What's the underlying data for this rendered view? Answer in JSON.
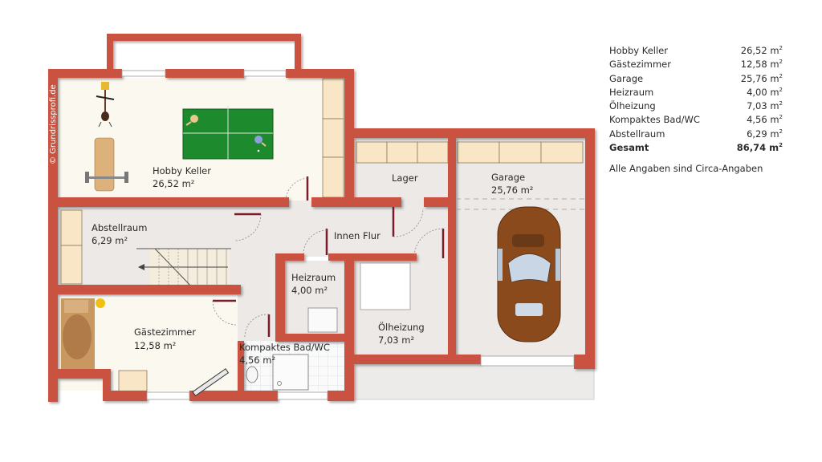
{
  "watermark": "© Grundrissprofi.de",
  "rooms": {
    "hobby": {
      "name": "Hobby Keller",
      "area": "26,52 m²"
    },
    "lager": {
      "name": "Lager"
    },
    "garage": {
      "name": "Garage",
      "area": "25,76 m²"
    },
    "abstell": {
      "name": "Abstellraum",
      "area": "6,29 m²"
    },
    "flur": {
      "name": "Innen Flur"
    },
    "heiz": {
      "name": "Heizraum",
      "area": "4,00 m²"
    },
    "gaeste": {
      "name": "Gästezimmer",
      "area": "12,58 m²"
    },
    "bad": {
      "name": "Kompaktes Bad/WC",
      "area": "4,56 m²"
    },
    "oel": {
      "name": "Ölheizung",
      "area": "7,03 m²"
    }
  },
  "legend": {
    "rows": [
      {
        "name": "Hobby Keller",
        "value": "26,52 m",
        "unit_exp": "2"
      },
      {
        "name": "Gästezimmer",
        "value": "12,58 m",
        "unit_exp": "2"
      },
      {
        "name": "Garage",
        "value": "25,76 m",
        "unit_exp": "2"
      },
      {
        "name": "Heizraum",
        "value": "4,00 m",
        "unit_exp": "2"
      },
      {
        "name": "Ölheizung",
        "value": "7,03 m",
        "unit_exp": "2"
      },
      {
        "name": "Kompaktes Bad/WC",
        "value": "4,56 m",
        "unit_exp": "2"
      },
      {
        "name": "Abstellraum",
        "value": "6,29 m",
        "unit_exp": "2"
      }
    ],
    "total": {
      "name": "Gesamt",
      "value": "86,74 m",
      "unit_exp": "2"
    },
    "note": "Alle Angaben sind Circa-Angaben"
  },
  "colors": {
    "wall": "#c9523f",
    "floor": "#ece9e6",
    "floor_warm": "#fbf8ef",
    "cabinet": "#f8e6c6",
    "table": "#1e8a2e",
    "car": "#8a4a1c",
    "door": "#7a1a2a"
  }
}
